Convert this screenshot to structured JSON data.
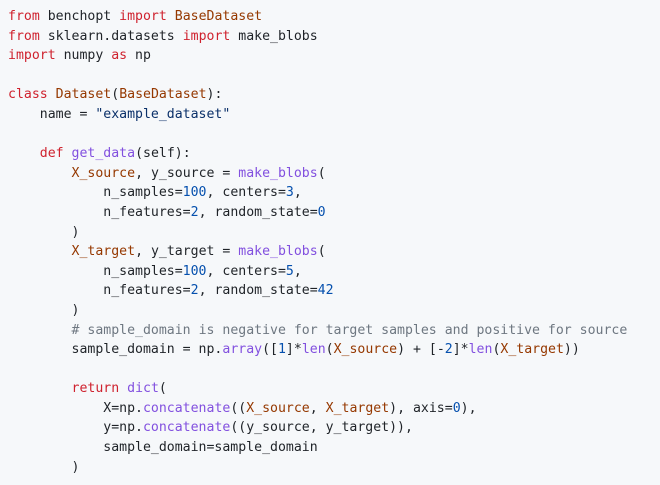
{
  "colors": {
    "background": "#f6f8fa",
    "text": "#1f2328",
    "keyword": "#cf222e",
    "class_name": "#953800",
    "function_name": "#8250df",
    "string": "#0a3069",
    "number": "#0550ae",
    "comment": "#6e7781"
  },
  "code": {
    "language": "python",
    "lines": [
      [
        [
          "keyword",
          "from"
        ],
        [
          "name",
          " benchopt "
        ],
        [
          "keyword",
          "import"
        ],
        [
          "class",
          " BaseDataset"
        ]
      ],
      [
        [
          "keyword",
          "from"
        ],
        [
          "name",
          " sklearn.datasets "
        ],
        [
          "keyword",
          "import"
        ],
        [
          "name",
          " make_blobs"
        ]
      ],
      [
        [
          "keyword",
          "import"
        ],
        [
          "name",
          " numpy "
        ],
        [
          "keyword",
          "as"
        ],
        [
          "name",
          " np"
        ]
      ],
      [],
      [
        [
          "keyword",
          "class"
        ],
        [
          "name",
          " "
        ],
        [
          "class",
          "Dataset"
        ],
        [
          "punct",
          "("
        ],
        [
          "class",
          "BaseDataset"
        ],
        [
          "punct",
          "):"
        ]
      ],
      [
        [
          "name",
          "    name = "
        ],
        [
          "string",
          "\"example_dataset\""
        ]
      ],
      [],
      [
        [
          "name",
          "    "
        ],
        [
          "keyword",
          "def"
        ],
        [
          "name",
          " "
        ],
        [
          "func",
          "get_data"
        ],
        [
          "punct",
          "(self):"
        ]
      ],
      [
        [
          "name",
          "        "
        ],
        [
          "class",
          "X_source"
        ],
        [
          "name",
          ", y_source = "
        ],
        [
          "func",
          "make_blobs"
        ],
        [
          "punct",
          "("
        ]
      ],
      [
        [
          "name",
          "            n_samples="
        ],
        [
          "number",
          "100"
        ],
        [
          "name",
          ", centers="
        ],
        [
          "number",
          "3"
        ],
        [
          "punct",
          ","
        ]
      ],
      [
        [
          "name",
          "            n_features="
        ],
        [
          "number",
          "2"
        ],
        [
          "name",
          ", random_state="
        ],
        [
          "number",
          "0"
        ]
      ],
      [
        [
          "name",
          "        )"
        ]
      ],
      [
        [
          "name",
          "        "
        ],
        [
          "class",
          "X_target"
        ],
        [
          "name",
          ", y_target = "
        ],
        [
          "func",
          "make_blobs"
        ],
        [
          "punct",
          "("
        ]
      ],
      [
        [
          "name",
          "            n_samples="
        ],
        [
          "number",
          "100"
        ],
        [
          "name",
          ", centers="
        ],
        [
          "number",
          "5"
        ],
        [
          "punct",
          ","
        ]
      ],
      [
        [
          "name",
          "            n_features="
        ],
        [
          "number",
          "2"
        ],
        [
          "name",
          ", random_state="
        ],
        [
          "number",
          "42"
        ]
      ],
      [
        [
          "name",
          "        )"
        ]
      ],
      [
        [
          "name",
          "        "
        ],
        [
          "comment",
          "# sample_domain is negative for target samples and positive for source"
        ]
      ],
      [
        [
          "name",
          "        sample_domain = np."
        ],
        [
          "func",
          "array"
        ],
        [
          "punct",
          "(["
        ],
        [
          "number",
          "1"
        ],
        [
          "punct",
          "]*"
        ],
        [
          "func",
          "len"
        ],
        [
          "punct",
          "("
        ],
        [
          "class",
          "X_source"
        ],
        [
          "punct",
          ") + [-"
        ],
        [
          "number",
          "2"
        ],
        [
          "punct",
          "]*"
        ],
        [
          "func",
          "len"
        ],
        [
          "punct",
          "("
        ],
        [
          "class",
          "X_target"
        ],
        [
          "punct",
          "))"
        ]
      ],
      [],
      [
        [
          "name",
          "        "
        ],
        [
          "keyword",
          "return"
        ],
        [
          "name",
          " "
        ],
        [
          "func",
          "dict"
        ],
        [
          "punct",
          "("
        ]
      ],
      [
        [
          "name",
          "            X=np."
        ],
        [
          "func",
          "concatenate"
        ],
        [
          "punct",
          "(("
        ],
        [
          "class",
          "X_source"
        ],
        [
          "punct",
          ", "
        ],
        [
          "class",
          "X_target"
        ],
        [
          "punct",
          "), axis="
        ],
        [
          "number",
          "0"
        ],
        [
          "punct",
          "),"
        ]
      ],
      [
        [
          "name",
          "            y=np."
        ],
        [
          "func",
          "concatenate"
        ],
        [
          "punct",
          "((y_source, y_target)),"
        ]
      ],
      [
        [
          "name",
          "            sample_domain=sample_domain"
        ]
      ],
      [
        [
          "name",
          "        )"
        ]
      ]
    ]
  }
}
